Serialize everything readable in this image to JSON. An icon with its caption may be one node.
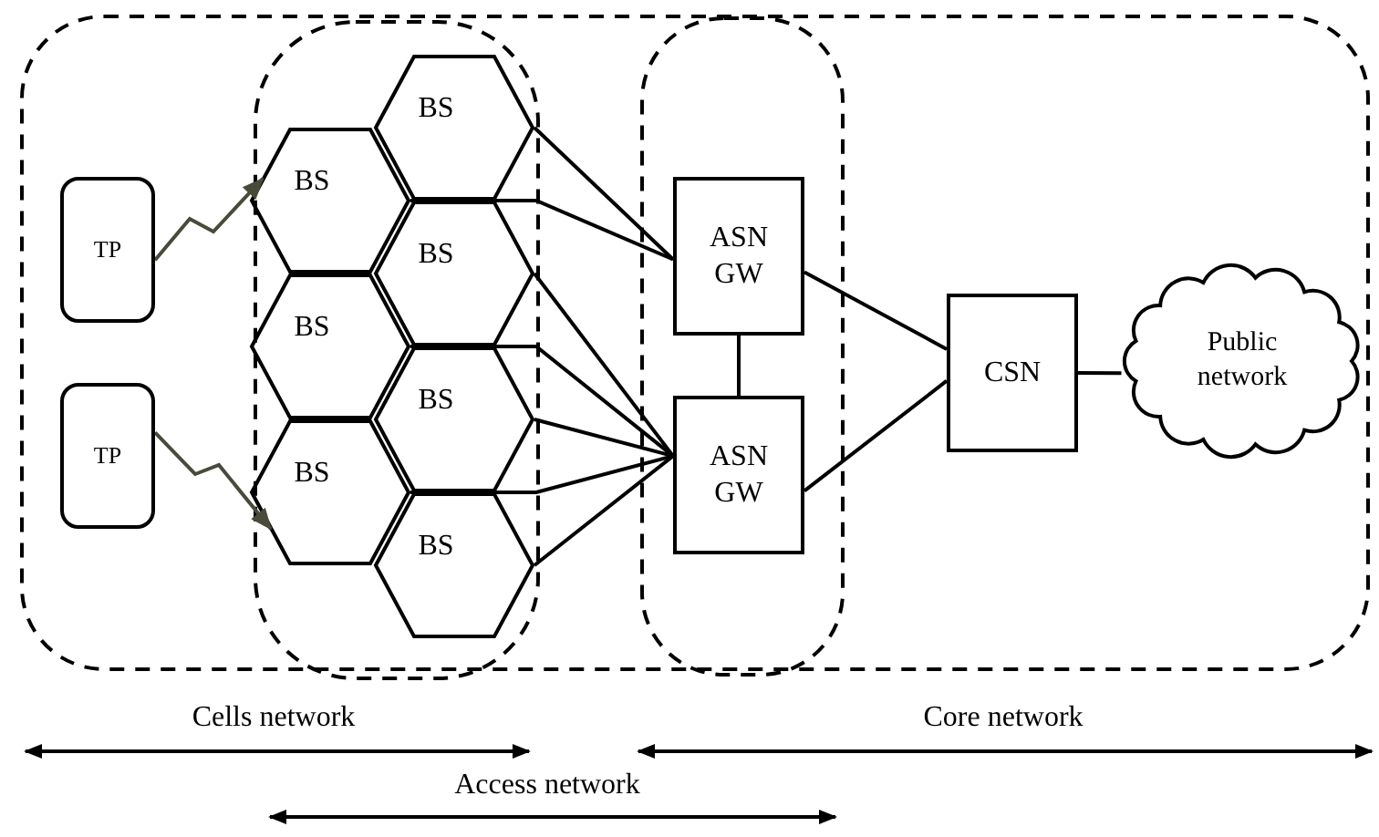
{
  "diagram": {
    "nodes": [
      {
        "text": [
          "TP"
        ]
      },
      {
        "text": [
          "TP"
        ]
      },
      {
        "text": [
          "BS"
        ]
      },
      {
        "text": [
          "BS"
        ]
      },
      {
        "text": [
          "BS"
        ]
      },
      {
        "text": [
          "BS"
        ]
      },
      {
        "text": [
          "BS"
        ]
      },
      {
        "text": [
          "BS"
        ]
      },
      {
        "text": [
          "BS"
        ]
      },
      {
        "text": [
          "ASN GW"
        ]
      },
      {
        "text": [
          "ASN GW"
        ]
      },
      {
        "text": [
          "CSN"
        ]
      },
      {
        "text": [
          "Public network"
        ]
      }
    ],
    "edges": [
      {
        "from": 0,
        "to": 3,
        "arrow": "to",
        "color": "#4a4a3a"
      },
      {
        "from": 1,
        "to": 7,
        "arrow": "to",
        "color": "#4a4a3a"
      },
      {
        "from": 2,
        "to": 9,
        "arrow": "none"
      },
      {
        "from": 3,
        "to": 9,
        "arrow": "none"
      },
      {
        "from": 4,
        "to": 10,
        "arrow": "none"
      },
      {
        "from": 5,
        "to": 10,
        "arrow": "none"
      },
      {
        "from": 6,
        "to": 10,
        "arrow": "none"
      },
      {
        "from": 7,
        "to": 10,
        "arrow": "none"
      },
      {
        "from": 8,
        "to": 10,
        "arrow": "none"
      },
      {
        "from": 9,
        "to": 10,
        "arrow": "none"
      },
      {
        "from": 9,
        "to": 11,
        "arrow": "none"
      },
      {
        "from": 10,
        "to": 11,
        "arrow": "none"
      },
      {
        "from": 11,
        "to": 12,
        "arrow": "none"
      }
    ],
    "labels": [
      "Cells network",
      "Core network",
      "Access network"
    ]
  }
}
